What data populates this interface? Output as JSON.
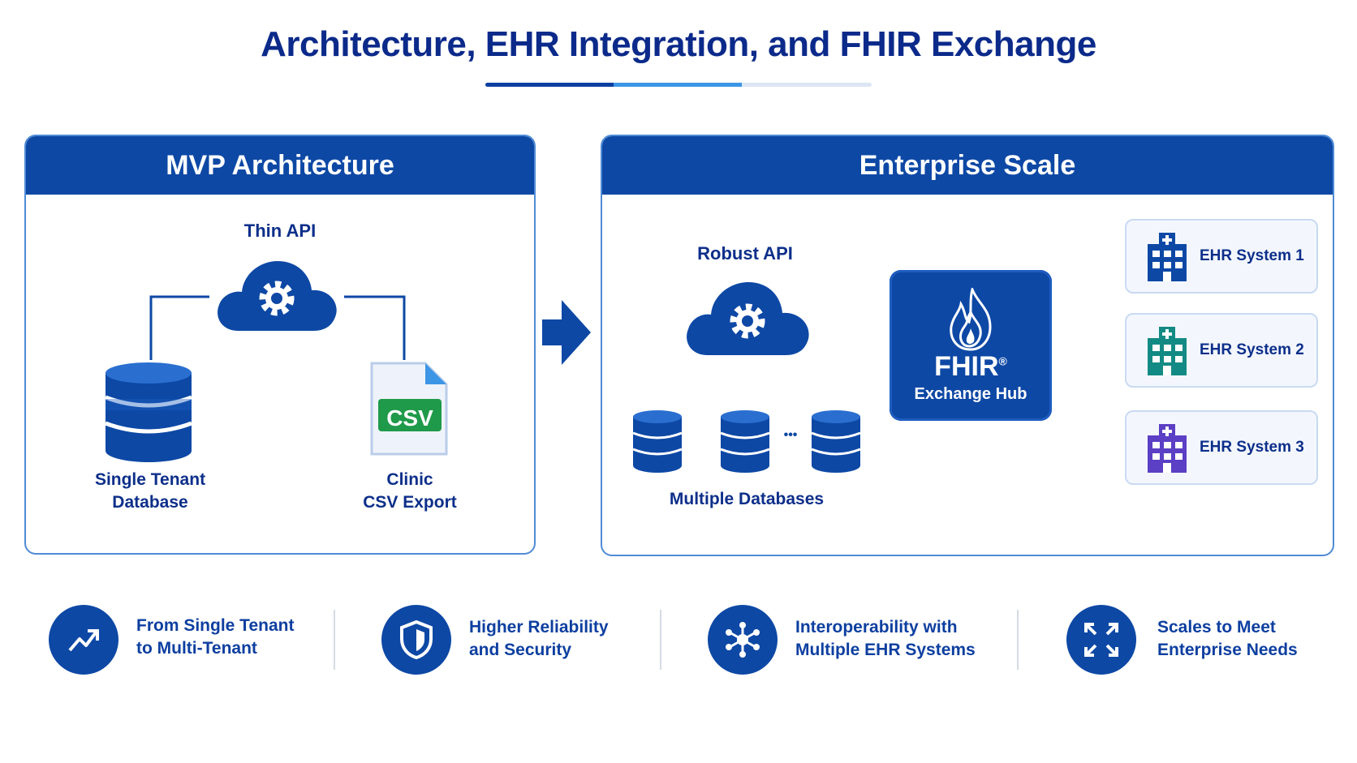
{
  "title": "Architecture, EHR Integration, and  FHIR Exchange",
  "mvp": {
    "heading": "MVP Architecture",
    "api_label": "Thin API",
    "db_label_1": "Single Tenant",
    "db_label_2": "Database",
    "csv_badge": "CSV",
    "csv_label_1": "Clinic",
    "csv_label_2": "CSV Export"
  },
  "enterprise": {
    "heading": "Enterprise Scale",
    "api_label": "Robust API",
    "db_label": "Multiple Databases",
    "db_ellipsis": "•••",
    "hub_title": "FHIR",
    "hub_reg": "®",
    "hub_subtitle": "Exchange Hub",
    "ehr_systems": [
      {
        "label": "EHR System 1",
        "color": "#0d48a5"
      },
      {
        "label": "EHR System 2",
        "color": "#138a84"
      },
      {
        "label": "EHR System 3",
        "color": "#5b3fc4"
      }
    ]
  },
  "features": [
    {
      "line1": "From Single Tenant",
      "line2": "to Multi-Tenant",
      "icon": "trend-up-icon"
    },
    {
      "line1": "Higher Reliability",
      "line2": "and Security",
      "icon": "shield-icon"
    },
    {
      "line1": "Interoperability with",
      "line2": "Multiple EHR Systems",
      "icon": "network-icon"
    },
    {
      "line1": "Scales to Meet",
      "line2": "Enterprise Needs",
      "icon": "expand-icon"
    }
  ],
  "colors": {
    "primary": "#0d48a5",
    "accent": "#3d95e6",
    "csv_green": "#1f9a4a"
  }
}
